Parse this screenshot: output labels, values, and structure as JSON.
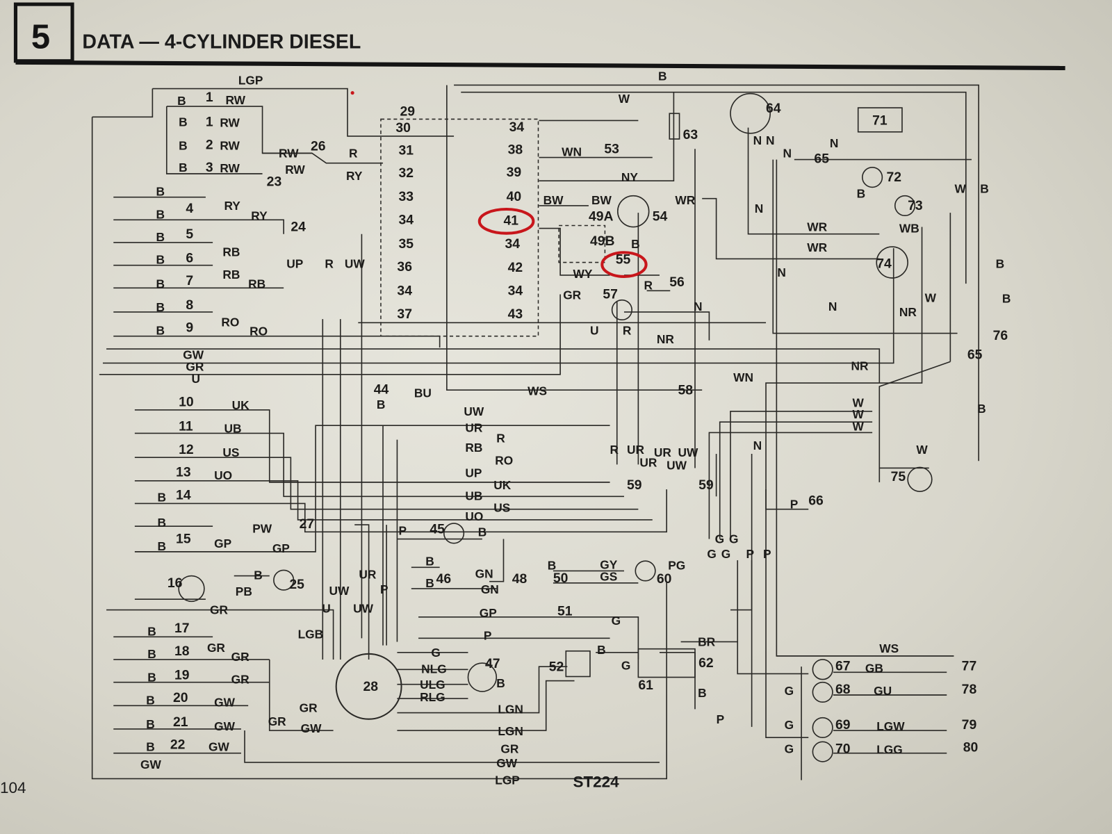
{
  "header": {
    "section_number": "5",
    "title": "DATA — 4-CYLINDER DIESEL"
  },
  "page_number": "104",
  "drawing_ref": "ST224",
  "highlight_color": "#c8161b",
  "components": [
    "1",
    "1",
    "2",
    "3",
    "4",
    "5",
    "6",
    "7",
    "8",
    "9",
    "10",
    "11",
    "12",
    "13",
    "14",
    "15",
    "16",
    "17",
    "18",
    "19",
    "20",
    "21",
    "22",
    "23",
    "24",
    "25",
    "26",
    "27",
    "28",
    "29",
    "30",
    "31",
    "32",
    "33",
    "34",
    "35",
    "36",
    "34",
    "37",
    "34",
    "38",
    "39",
    "40",
    "41",
    "34",
    "42",
    "34",
    "43",
    "44",
    "45",
    "46",
    "47",
    "48",
    "49A",
    "49B",
    "50",
    "51",
    "52",
    "53",
    "54",
    "55",
    "56",
    "57",
    "58",
    "59",
    "59",
    "60",
    "61",
    "62",
    "63",
    "64",
    "65",
    "65",
    "66",
    "67",
    "68",
    "69",
    "70",
    "71",
    "72",
    "73",
    "74",
    "75",
    "76",
    "77",
    "78",
    "79",
    "80"
  ],
  "highlighted_components": [
    "41",
    "55"
  ],
  "wire_labels": [
    "LGP",
    "B",
    "W",
    "RW",
    "RW",
    "RW",
    "RW",
    "RW",
    "RW",
    "R",
    "RY",
    "RY",
    "RY",
    "RB",
    "RB",
    "RB",
    "RO",
    "RO",
    "UP",
    "R",
    "UW",
    "WN",
    "NY",
    "BW",
    "BW",
    "WR",
    "B",
    "WY",
    "R",
    "GR",
    "N",
    "U",
    "R",
    "NR",
    "WN",
    "WS",
    "BU",
    "B",
    "GW",
    "GR",
    "U",
    "UK",
    "UB",
    "US",
    "UO",
    "GP",
    "PW",
    "GP",
    "PB",
    "GR",
    "B",
    "LGB",
    "U",
    "UW",
    "UW",
    "UR",
    "P",
    "UW",
    "UR",
    "R",
    "RB",
    "RO",
    "UP",
    "UK",
    "UB",
    "US",
    "UO",
    "R",
    "UR",
    "UR",
    "UW",
    "UR",
    "UW",
    "P",
    "B",
    "B",
    "B",
    "GN",
    "GN",
    "B",
    "GY",
    "GS",
    "PG",
    "GP",
    "G",
    "P",
    "G",
    "NLG",
    "ULG",
    "RLG",
    "B",
    "LGN",
    "LGN",
    "GR",
    "GW",
    "LGP",
    "B",
    "G",
    "BR",
    "B",
    "P",
    "GR",
    "GR",
    "GW",
    "B",
    "B",
    "B",
    "B",
    "B",
    "B",
    "B",
    "B",
    "B",
    "B",
    "B",
    "B",
    "B",
    "B",
    "B",
    "B",
    "B",
    "B",
    "B",
    "B",
    "GR",
    "GR",
    "GR",
    "GW",
    "GW",
    "GW",
    "GW",
    "N",
    "N",
    "N",
    "N",
    "N",
    "N",
    "N",
    "WR",
    "WR",
    "WB",
    "W",
    "B",
    "B",
    "B",
    "B",
    "W",
    "NR",
    "NR",
    "W",
    "W",
    "W",
    "B",
    "W",
    "N",
    "P",
    "G",
    "G",
    "G",
    "G",
    "P",
    "P",
    "WS",
    "GB",
    "GU",
    "LGW",
    "LGG",
    "G",
    "G",
    "G"
  ]
}
